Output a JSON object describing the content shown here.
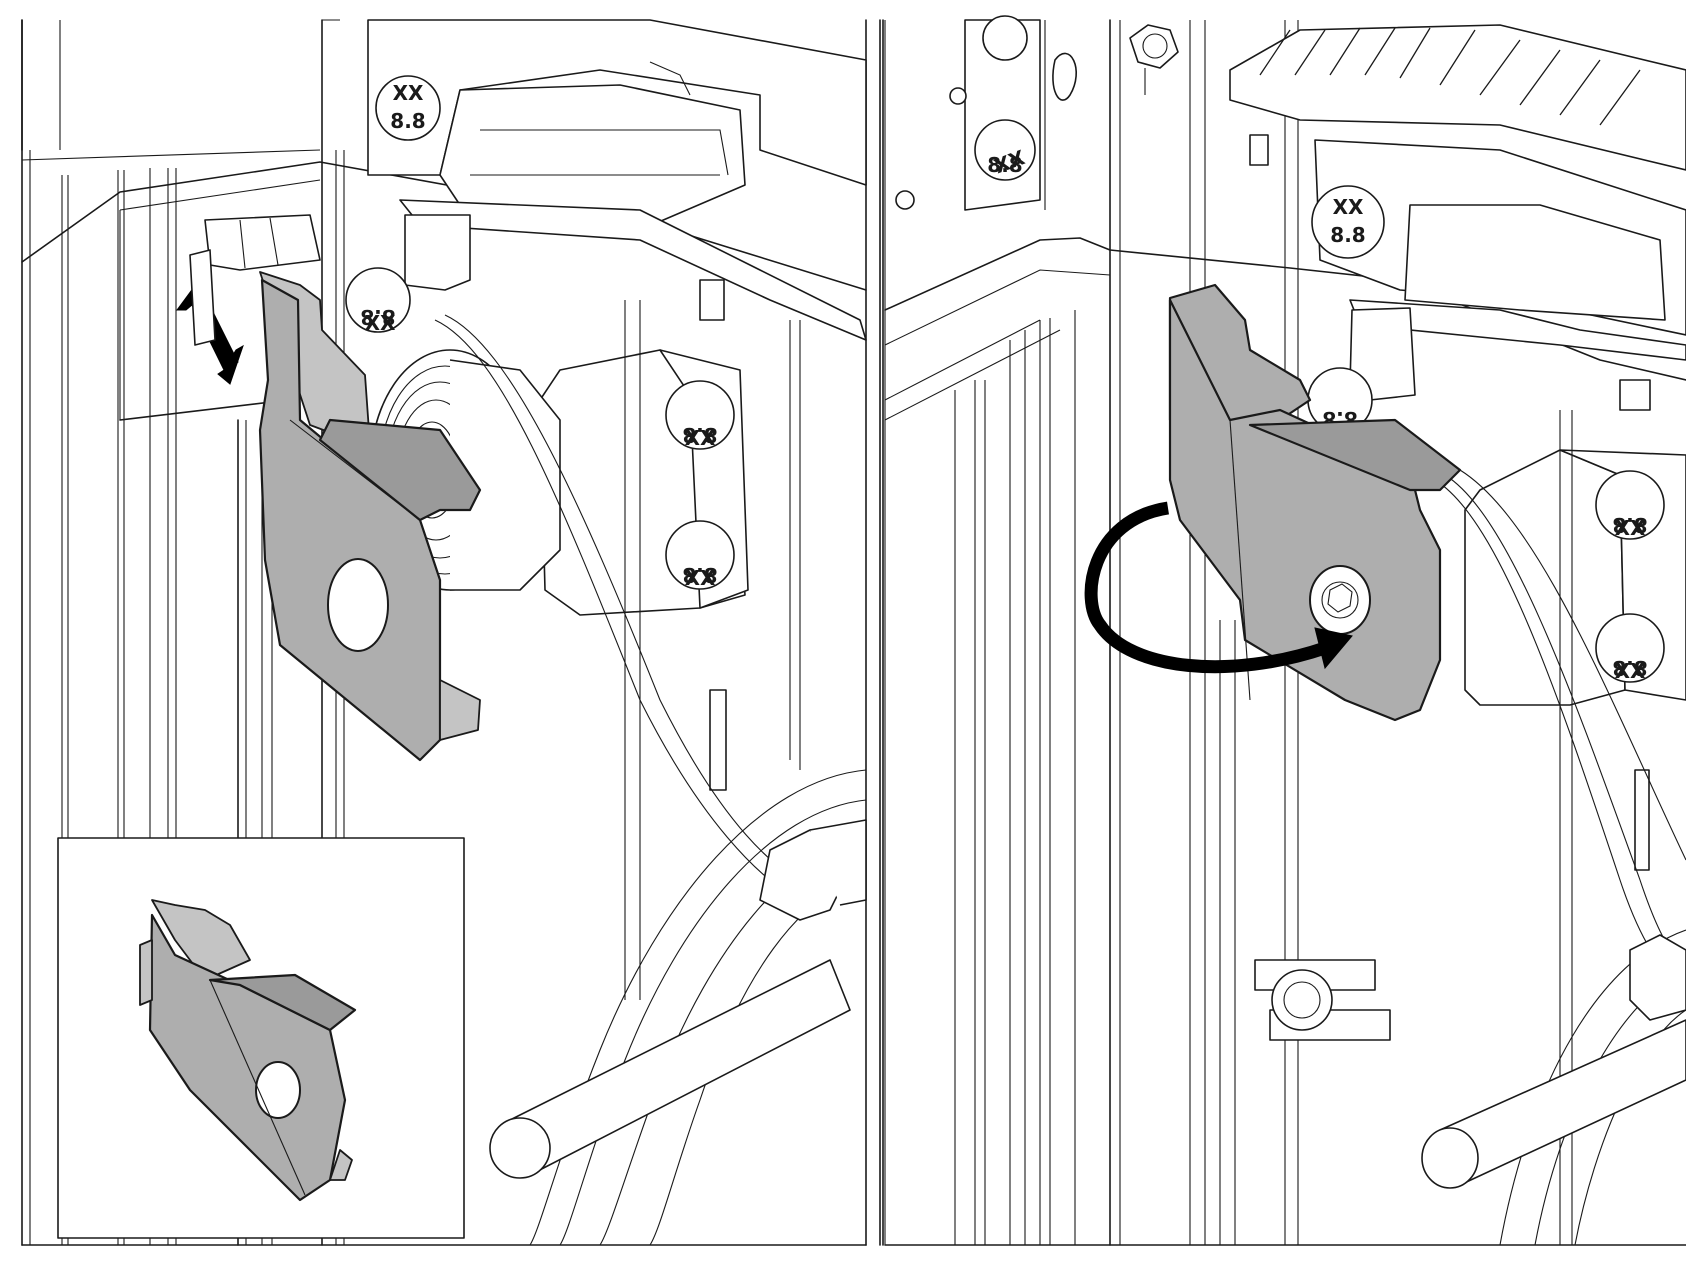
{
  "bolt_labels": {
    "grade": "8.8",
    "mark": "XX"
  },
  "colors": {
    "line": "#1a1a1a",
    "part_fill": "#aeaeae",
    "arrow": "#000000",
    "background": "#ffffff"
  },
  "panels": [
    {
      "id": "left-step",
      "action": "slide-bracket-upward",
      "arrow_icon": "double-arrow-icon"
    },
    {
      "id": "right-step",
      "action": "rotate-bracket",
      "arrow_icon": "rotate-arrow-icon"
    }
  ],
  "inset": {
    "id": "bracket-detail",
    "content": "isolated-bracket-part"
  }
}
